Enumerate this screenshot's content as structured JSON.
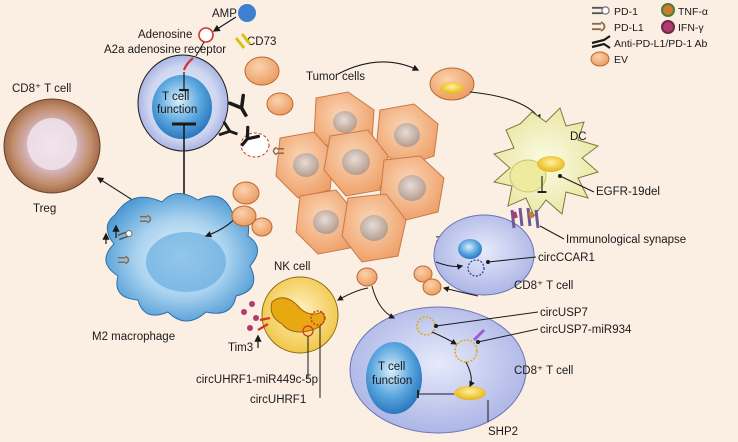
{
  "labels": {
    "amp": "AMP",
    "adenosine": "Adenosine",
    "a2a_receptor": "A2a adenosine receptor",
    "cd73": "CD73",
    "tcell_function_top_1": "T cell",
    "tcell_function_top_2": "function",
    "cd8_treg_title": "CD8⁺ T cell",
    "treg": "Treg",
    "tumor_cells": "Tumor cells",
    "dc": "DC",
    "egfr": "EGFR-19del",
    "immunological_synapse": "Immunological synapse",
    "circccar1": "circCCAR1",
    "cd8_right": "CD8⁺ T cell",
    "nk_cell": "NK cell",
    "m2_macrophage": "M2 macrophage",
    "tim3": "Tim3",
    "circuhrf1_mir": "circUHRF1-miR449c-5p",
    "circuhrf1": "circUHRF1",
    "circusp7": "circUSP7",
    "circusp7_mir": "circUSP7-miR934",
    "cd8_bottom": "CD8⁺ T cell",
    "tcell_function_bottom_1": "T cell",
    "tcell_function_bottom_2": "function",
    "shp2": "SHP2"
  },
  "legend": [
    {
      "icon": "pd1-icon",
      "label": "PD-1"
    },
    {
      "icon": "pdl1-icon",
      "label": "PD-L1"
    },
    {
      "icon": "antibody-icon",
      "label": "Anti-PD-L1/PD-1 Ab"
    },
    {
      "icon": "ev-icon",
      "label": "EV"
    },
    {
      "icon": "tnf-icon",
      "label": "TNF-α"
    },
    {
      "icon": "ifn-icon",
      "label": "IFN-γ"
    }
  ],
  "colors": {
    "background": "#fbeee2",
    "tumor": "#f3b07e",
    "macrophage": "#6fb0df",
    "dc": "#f1efb8",
    "tcell": "#c8cdf0",
    "nk": "#f7d66a",
    "treg_outer": "#c48e66",
    "amp": "#3f7fd0",
    "tnf": "#d07b2a",
    "ifn": "#b23a6e"
  }
}
